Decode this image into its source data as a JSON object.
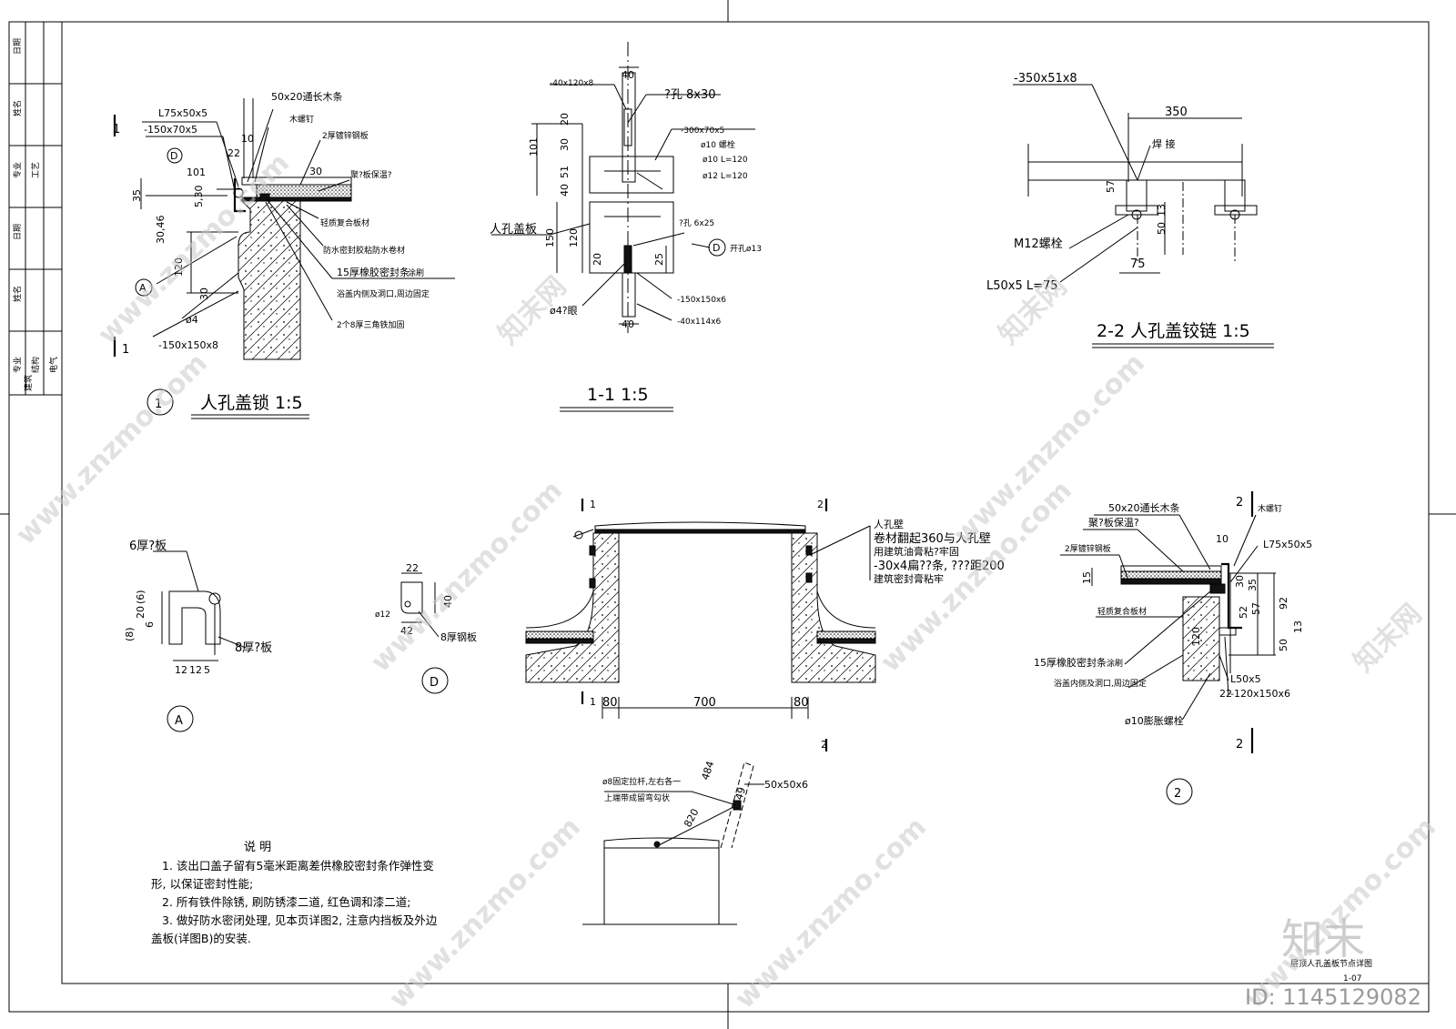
{
  "title_block": {
    "row1": "日期",
    "row2": "姓名",
    "row3a": "专业",
    "row3b": "工艺",
    "row4": "日期",
    "row5": "姓名",
    "row6a": "专业",
    "row6b": "建筑",
    "row6c": "结构",
    "row6d": "电气"
  },
  "detail1": {
    "title": "人孔盖锁 1:5",
    "circle": "1",
    "labels": {
      "angle": "L75x50x5",
      "plate_a": "-150x70x5",
      "wood": "50x20通长木条",
      "screw": "木螺钉",
      "steel": "2厚镀锌钢板",
      "insul": "聚?板保温?",
      "board": "轻质复合板材",
      "membrane": "防水密封胶粘防水卷材",
      "seal": "15厚橡胶密封条",
      "brush": "涂刷",
      "fix": "浴盖内侧及洞口,周边固定",
      "triangle": "2个8厚三角铁加固",
      "plate_b": "-150x150x8",
      "phi": "ø4",
      "tagA": "A",
      "tagD": "D",
      "sec": "1"
    },
    "dims": {
      "d10": "10",
      "d22": "22",
      "d30": "30",
      "d101": "101",
      "d35": "35",
      "d530": "5,30",
      "d3046": "30,46",
      "d120": "120",
      "d30b": "30"
    }
  },
  "section11": {
    "title": "1-1 1:5",
    "labels": {
      "p1": "-40x120x8",
      "hole": "?孔 8x30",
      "p2": "-300x70x5",
      "bolt": "ø10 螺栓",
      "l1": "ø10 L=120",
      "l2": "ø12 L=120",
      "cover": "人孔盖板",
      "hole2": "?孔 6x25",
      "open": "开孔ø13",
      "eye": "ø4?眼",
      "p3": "-150x150x6",
      "p4": "-40x114x6",
      "tagD": "D"
    },
    "dims": {
      "w40a": "40",
      "d20": "20",
      "d30": "30",
      "d101": "101",
      "d51": "51",
      "d40": "40",
      "d150": "150",
      "d120": "120",
      "d20b": "20",
      "d25": "25",
      "w40b": "40"
    }
  },
  "hinge": {
    "title": "2-2 人孔盖铰链 1:5",
    "labels": {
      "plate": "-350x51x8",
      "weld": "焊 接",
      "bolt": "M12螺栓",
      "angle": "L50x5 L=75"
    },
    "dims": {
      "w350": "350",
      "d57": "57",
      "d50": "50",
      "d13": "13",
      "w75": "75"
    }
  },
  "detailA": {
    "tag": "A",
    "labels": {
      "top": "6厚?板",
      "bottom": "8厚?板"
    },
    "dims": {
      "d8": "(8)",
      "d20": "20",
      "d6": "(6)",
      "d6b": "6",
      "d12": "12",
      "d12b": "12",
      "d5": "5"
    }
  },
  "detailD": {
    "tag": "D",
    "labels": {
      "phi": "ø12",
      "plate": "8厚钢板"
    },
    "dims": {
      "w22": "22",
      "h40": "40",
      "w42": "42"
    }
  },
  "manhole": {
    "labels": {
      "wall": "人孔壁",
      "roll": "卷材翻起360与人孔壁",
      "glue": "用建筑油膏粘?牢固",
      "flat": "-30x4扁??条, ???距200",
      "seal": "建筑密封膏粘牢"
    },
    "dims": {
      "w80a": "80",
      "w700": "700",
      "w80b": "80"
    },
    "marks": {
      "s1": "1",
      "s2": "2",
      "s1b": "1"
    }
  },
  "opening": {
    "labels": {
      "rod": "ø8固定拉杆,左右各一",
      "hook": "上端带成留弯勾状",
      "angle": "50x50x6"
    },
    "dims": {
      "d484": "484",
      "d820": "820",
      "d49": "49"
    },
    "mark": "2"
  },
  "detail2": {
    "circle": "2",
    "labels": {
      "wood": "50x20通长木条",
      "screw": "木螺钉",
      "insul": "聚?板保温?",
      "angle": "L75x50x5",
      "steel": "2厚镀锌钢板",
      "board": "轻质复合板材",
      "seal": "15厚橡胶密封条",
      "brush": "涂刷",
      "fix": "浴盖内侧及洞口,周边固定",
      "l50": "L50x5",
      "plate": "-120x150x6",
      "bolt": "ø10膨胀螺栓"
    },
    "dims": {
      "d10": "10",
      "d30": "30",
      "d35": "35",
      "d15": "15",
      "d52": "52",
      "d57": "57",
      "d92": "92",
      "d120": "120",
      "d50": "50",
      "d13": "13",
      "d22": "22"
    },
    "marks": {
      "top": "2",
      "bottom": "2"
    }
  },
  "notes": {
    "heading": "说 明",
    "l1": "1. 该出口盖子留有5毫米距离差供橡胶密封条作弹性变",
    "l2": "形, 以保证密封性能;",
    "l3": "2. 所有铁件除锈, 刷防锈漆二道, 红色调和漆二道;",
    "l4": "3. 做好防水密闭处理, 见本页详图2, 注意内挡板及外边",
    "l5": "盖板(详图B)的安装."
  },
  "sheet_title": {
    "name": "层顶人孔盖板节点详图",
    "number": "1-07"
  },
  "watermark": {
    "brand": "知末",
    "site": "www.znzmo.com",
    "brand_net": "知末网",
    "id": "ID: 1145129082"
  }
}
